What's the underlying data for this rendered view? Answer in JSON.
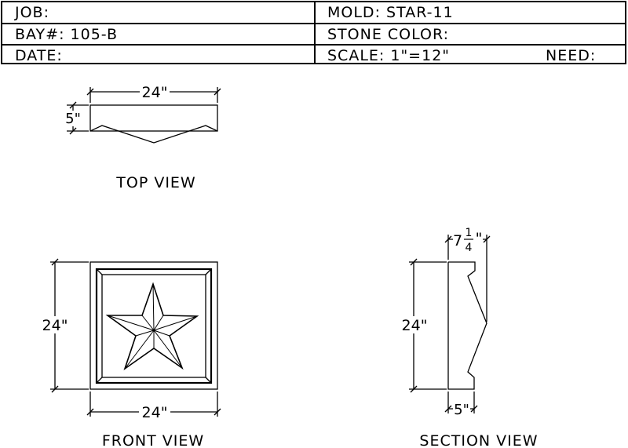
{
  "title_block": {
    "job_label": "JOB:",
    "bay_label": "BAY#:  105-B",
    "date_label": "DATE:",
    "mold_label": "MOLD:  STAR-11",
    "stone_color_label": "STONE  COLOR:",
    "scale_label": "SCALE:  1\"=12\"",
    "need_label": "NEED:"
  },
  "top_view": {
    "width_dim": "24\"",
    "height_dim": "5\"",
    "caption": "TOP  VIEW"
  },
  "front_view": {
    "height_dim": "24\"",
    "width_dim": "24\"",
    "caption": "FRONT  VIEW"
  },
  "section_view": {
    "depth_dim_whole": "7",
    "depth_dim_num": "1",
    "depth_dim_den": "4",
    "depth_dim_inch": "\"",
    "height_dim": "24\"",
    "base_dim": "5\"",
    "caption": "SECTION  VIEW"
  }
}
